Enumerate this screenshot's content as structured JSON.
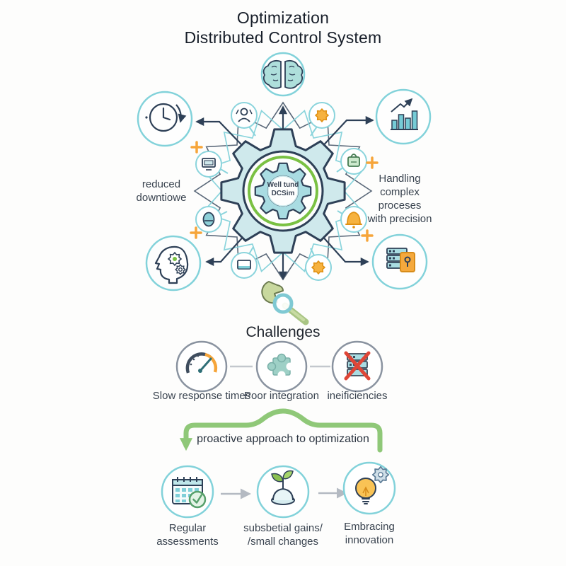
{
  "title": {
    "line1": "Optimization",
    "line2": "Distributed Control System"
  },
  "hub": {
    "gear_center": {
      "line1": "Well tund",
      "line2": "DCSim"
    },
    "left_label": {
      "line1": "reduced",
      "line2": "downtiowe"
    },
    "right_label": {
      "line1": "Handling",
      "line2": "complex",
      "line3": "proceses",
      "line4": "with precision"
    },
    "icons": [
      "brain-icon",
      "clock-history-icon",
      "bar-chart-icon",
      "head-gears-icon",
      "server-lock-icon",
      "person-icon",
      "sun-gear-icon",
      "monitor-icon",
      "shopping-bag-icon",
      "face-icon",
      "bell-icon",
      "plus-icon"
    ]
  },
  "challenges": {
    "heading": "Challenges",
    "header_icon": "wrench-magnifier-icon",
    "items": [
      {
        "icon": "speedometer-icon",
        "label": "Slow response times"
      },
      {
        "icon": "puzzle-icon",
        "label": "Poor integration"
      },
      {
        "icon": "server-error-icon",
        "label": "ineificiencies"
      }
    ]
  },
  "solution": {
    "banner": "proactive approach to optimization",
    "items": [
      {
        "icon": "calendar-check-icon",
        "line1": "Regular",
        "line2": "assessments"
      },
      {
        "icon": "sprout-icon",
        "line1": "subsbetial gains/",
        "line2": "/small changes"
      },
      {
        "icon": "lightbulb-gear-icon",
        "line1": "Embracing",
        "line2": "innovation"
      }
    ]
  },
  "colors": {
    "teal": "#7fd6de",
    "navy": "#2e4057",
    "green_ring": "#7ac143",
    "arrow_green": "#8fc878",
    "orange": "#f6a53a",
    "red": "#df4637",
    "gray": "#8a93a0"
  }
}
